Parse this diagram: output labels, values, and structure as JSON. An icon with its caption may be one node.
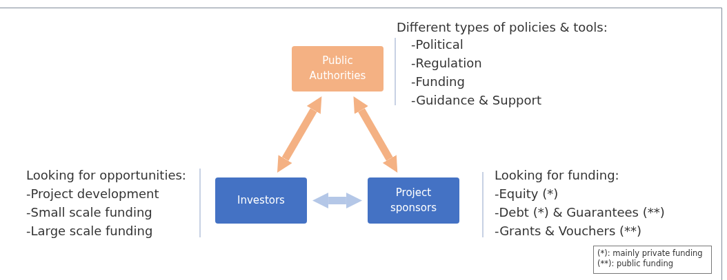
{
  "diagram": {
    "nodes": [
      {
        "text": [
          "Public Authorities"
        ]
      },
      {
        "text": [
          "Investors"
        ]
      },
      {
        "text": [
          "Project sponsors"
        ]
      }
    ],
    "edges": [
      {
        "from": 0,
        "to": 1,
        "arrow": "both"
      },
      {
        "from": 0,
        "to": 2,
        "arrow": "both"
      },
      {
        "from": 1,
        "to": 2,
        "arrow": "both",
        "color": "#b4c7e7"
      }
    ],
    "labels": [
      "Different types of policies & tools:",
      "-Political",
      "-Regulation",
      "-Funding",
      "-Guidance & Support",
      "Looking for opportunities:",
      "-Project development",
      "-Small scale funding",
      "-Large scale funding",
      "Looking for funding:",
      "-Equity (*)",
      "-Debt (*) & Guarantees (**)",
      "-Grants & Vouchers (**)",
      "(*): mainly private funding",
      "(**): public funding"
    ]
  }
}
